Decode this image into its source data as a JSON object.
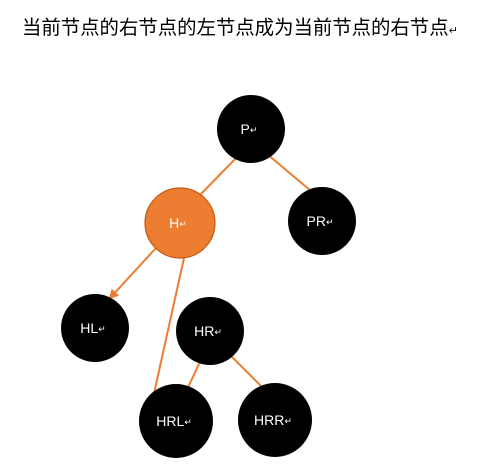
{
  "caption": "当前节点的右节点的左节点成为当前节点的右节点",
  "paragraph_mark": "↵",
  "colors": {
    "node_black": "#000000",
    "node_current": "#ED7D31",
    "node_current_border": "#C55A11",
    "edge": "#ED7D31",
    "label": "#ffffff"
  },
  "nodes": [
    {
      "id": "P",
      "label": "P",
      "current": false
    },
    {
      "id": "H",
      "label": "H",
      "current": true
    },
    {
      "id": "PR",
      "label": "PR",
      "current": false
    },
    {
      "id": "HL",
      "label": "HL",
      "current": false
    },
    {
      "id": "HR",
      "label": "HR",
      "current": false
    },
    {
      "id": "HRL",
      "label": "HRL",
      "current": false
    },
    {
      "id": "HRR",
      "label": "HRR",
      "current": false
    }
  ],
  "edges": [
    {
      "from": "P",
      "to": "H",
      "arrow": false
    },
    {
      "from": "P",
      "to": "PR",
      "arrow": true
    },
    {
      "from": "H",
      "to": "HL",
      "arrow": true
    },
    {
      "from": "H",
      "to": "HRL",
      "arrow": true
    },
    {
      "from": "HR",
      "to": "HRL",
      "arrow": true
    },
    {
      "from": "HR",
      "to": "HRR",
      "arrow": true
    }
  ]
}
